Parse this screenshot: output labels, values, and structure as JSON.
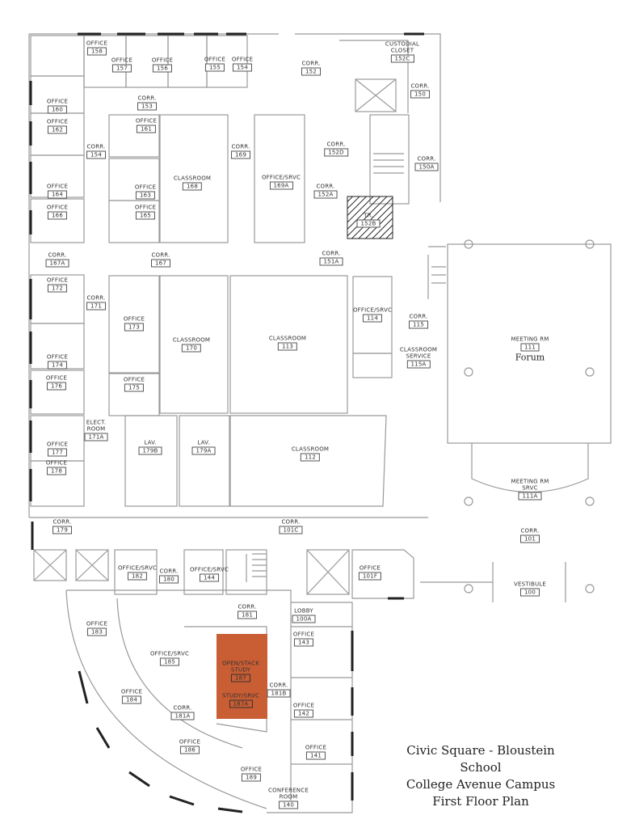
{
  "title": {
    "line1": "Civic Square - Bloustein School",
    "line2": "College Avenue Campus",
    "line3": "First Floor Plan"
  },
  "forum_label": "Forum",
  "highlight_color": "#c95d33",
  "rooms": [
    {
      "name": "OFFICE",
      "number": "158"
    },
    {
      "name": "OFFICE",
      "number": "157"
    },
    {
      "name": "OFFICE",
      "number": "156"
    },
    {
      "name": "OFFICE",
      "number": "155"
    },
    {
      "name": "OFFICE",
      "number": "154"
    },
    {
      "name": "CORR.",
      "number": "152"
    },
    {
      "name": "CUSTODIAL CLOSET",
      "number": "152C"
    },
    {
      "name": "CORR.",
      "number": "150"
    },
    {
      "name": "OFFICE",
      "number": "160"
    },
    {
      "name": "CORR.",
      "number": "153"
    },
    {
      "name": "OFFICE",
      "number": "162"
    },
    {
      "name": "OFFICE",
      "number": "161"
    },
    {
      "name": "CORR.",
      "number": "154"
    },
    {
      "name": "CORR.",
      "number": "169"
    },
    {
      "name": "CORR.",
      "number": "152D"
    },
    {
      "name": "CORR.",
      "number": "150A"
    },
    {
      "name": "CLASSROOM",
      "number": "168"
    },
    {
      "name": "OFFICE/SRVC",
      "number": "169A"
    },
    {
      "name": "OFFICE",
      "number": "163"
    },
    {
      "name": "CORR.",
      "number": "152A"
    },
    {
      "name": "OFFICE",
      "number": "164"
    },
    {
      "name": "OFFICE",
      "number": "166"
    },
    {
      "name": "OFFICE",
      "number": "165"
    },
    {
      "name": "TR.",
      "number": "152B"
    },
    {
      "name": "CORR.",
      "number": "167A"
    },
    {
      "name": "CORR.",
      "number": "167"
    },
    {
      "name": "CORR.",
      "number": "151A"
    },
    {
      "name": "OFFICE",
      "number": "172"
    },
    {
      "name": "CORR.",
      "number": "171"
    },
    {
      "name": "OFFICE",
      "number": "173"
    },
    {
      "name": "CLASSROOM",
      "number": "170"
    },
    {
      "name": "CLASSROOM",
      "number": "113"
    },
    {
      "name": "OFFICE/SRVC",
      "number": "114"
    },
    {
      "name": "CORR.",
      "number": "115"
    },
    {
      "name": "CLASSROOM SERVICE",
      "number": "115A"
    },
    {
      "name": "MEETING RM",
      "number": "111"
    },
    {
      "name": "OFFICE",
      "number": "174"
    },
    {
      "name": "OFFICE",
      "number": "176"
    },
    {
      "name": "OFFICE",
      "number": "175"
    },
    {
      "name": "ELECT. ROOM",
      "number": "171A"
    },
    {
      "name": "OFFICE",
      "number": "177"
    },
    {
      "name": "OFFICE",
      "number": "178"
    },
    {
      "name": "LAV.",
      "number": "179B"
    },
    {
      "name": "LAV.",
      "number": "179A"
    },
    {
      "name": "CLASSROOM",
      "number": "112"
    },
    {
      "name": "MEETING RM SRVC",
      "number": "111A"
    },
    {
      "name": "CORR.",
      "number": "179"
    },
    {
      "name": "CORR.",
      "number": "101C"
    },
    {
      "name": "CORR.",
      "number": "101"
    },
    {
      "name": "OFFICE/SRVC",
      "number": "182"
    },
    {
      "name": "CORR.",
      "number": "180"
    },
    {
      "name": "OFFICE/SRVC",
      "number": "144"
    },
    {
      "name": "OFFICE",
      "number": "101F"
    },
    {
      "name": "VESTIBULE",
      "number": "100"
    },
    {
      "name": "CORR.",
      "number": "181"
    },
    {
      "name": "LOBBY",
      "number": "100A"
    },
    {
      "name": "OFFICE",
      "number": "183"
    },
    {
      "name": "OFFICE",
      "number": "143"
    },
    {
      "name": "OFFICE/SRVC",
      "number": "185"
    },
    {
      "name": "OPEN/STACK STUDY",
      "number": "187"
    },
    {
      "name": "CORR.",
      "number": "181B"
    },
    {
      "name": "STUDY/SRVC",
      "number": "187A"
    },
    {
      "name": "OFFICE",
      "number": "184"
    },
    {
      "name": "OFFICE",
      "number": "142"
    },
    {
      "name": "CORR.",
      "number": "181A"
    },
    {
      "name": "OFFICE",
      "number": "186"
    },
    {
      "name": "OFFICE",
      "number": "141"
    },
    {
      "name": "OFFICE",
      "number": "189"
    },
    {
      "name": "CONFERENCE ROOM",
      "number": "140"
    }
  ]
}
